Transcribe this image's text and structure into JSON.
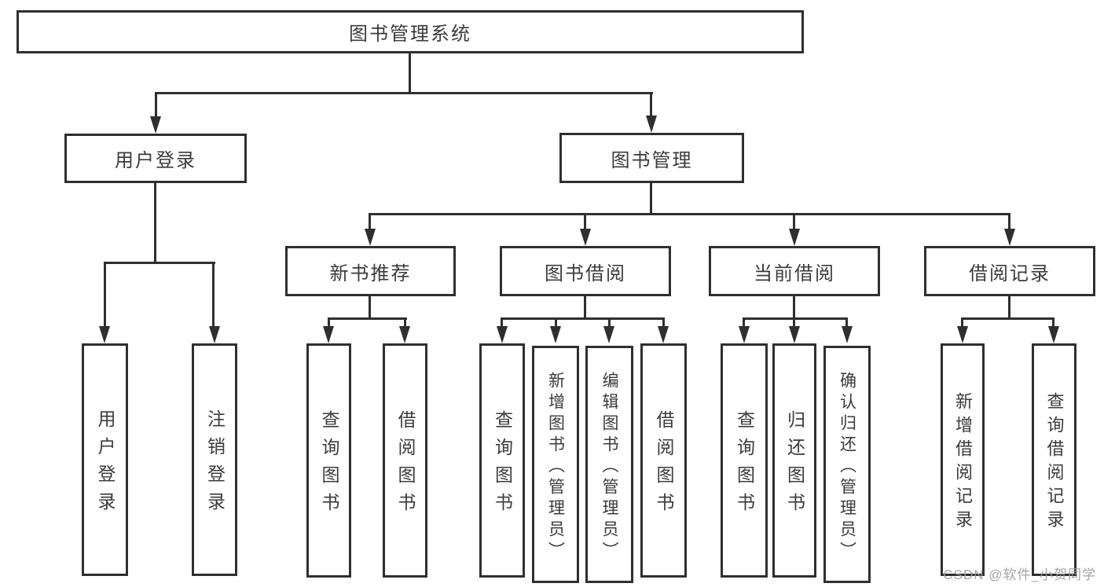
{
  "diagram": {
    "root_label": "图书管理系统",
    "user_login": {
      "label": "用户登录",
      "children": [
        {
          "label": "用户登录"
        },
        {
          "label": "注销登录"
        }
      ]
    },
    "book_management": {
      "label": "图书管理",
      "children": [
        {
          "label": "新书推荐",
          "children": [
            {
              "label": "查询图书"
            },
            {
              "label": "借阅图书"
            }
          ]
        },
        {
          "label": "图书借阅",
          "children": [
            {
              "label": "查询图书"
            },
            {
              "label": "新增图书（管理员）"
            },
            {
              "label": "编辑图书（管理员）"
            },
            {
              "label": "借阅图书"
            }
          ]
        },
        {
          "label": "当前借阅",
          "children": [
            {
              "label": "查询图书"
            },
            {
              "label": "归还图书"
            },
            {
              "label": "确认归还（管理员）"
            }
          ]
        },
        {
          "label": "借阅记录",
          "children": [
            {
              "label": "新增借阅记录"
            },
            {
              "label": "查询借阅记录"
            }
          ]
        }
      ]
    },
    "colors": {
      "line": "#2f2f2f",
      "text": "#3b3b3b",
      "watermark": "#9b9b9b",
      "background": "#ffffff"
    }
  },
  "watermark": {
    "text": "CSDN @软件_小贺同学"
  }
}
